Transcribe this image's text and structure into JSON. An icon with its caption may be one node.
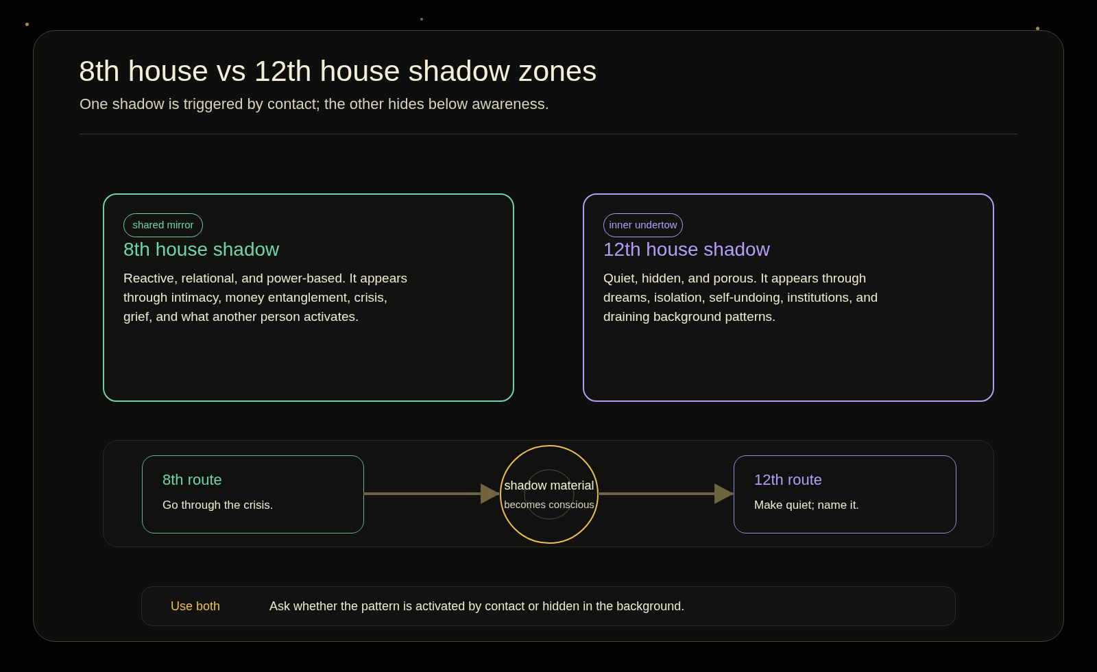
{
  "diagram": {
    "title": "8th house vs 12th house shadow zones",
    "nodes": [
      {
        "text": [
          "8th house shadow",
          "Reactive, relational, and power-based. It appears through intimacy, money entanglement, crisis, grief, and what another person activates."
        ]
      },
      {
        "text": [
          "shared mirror"
        ],
        "in": 0
      },
      {
        "text": [
          "12th house shadow",
          "Quiet, hidden, and porous. It appears through dreams, isolation, self-undoing, institutions, and draining background patterns."
        ]
      },
      {
        "text": [
          "inner undertow"
        ],
        "in": 2
      },
      {
        "text": [],
        "shape": "box"
      },
      {
        "text": [
          "8th route",
          "Go through the crisis."
        ],
        "in": 4
      },
      {
        "text": [
          "shadow material",
          "becomes conscious"
        ],
        "in": 4
      },
      {
        "text": [
          "12th route",
          "Make quiet; name it."
        ],
        "in": 4
      },
      {
        "text": [
          "Use both",
          "Ask whether the pattern is activated by contact or hidden in the background."
        ]
      }
    ],
    "edges": [
      {
        "from": 5,
        "to": 6,
        "arrow": "to"
      },
      {
        "from": 6,
        "to": 7,
        "arrow": "to"
      }
    ],
    "labels": [
      "One shadow is triggered by contact; the other hides below awareness."
    ]
  }
}
